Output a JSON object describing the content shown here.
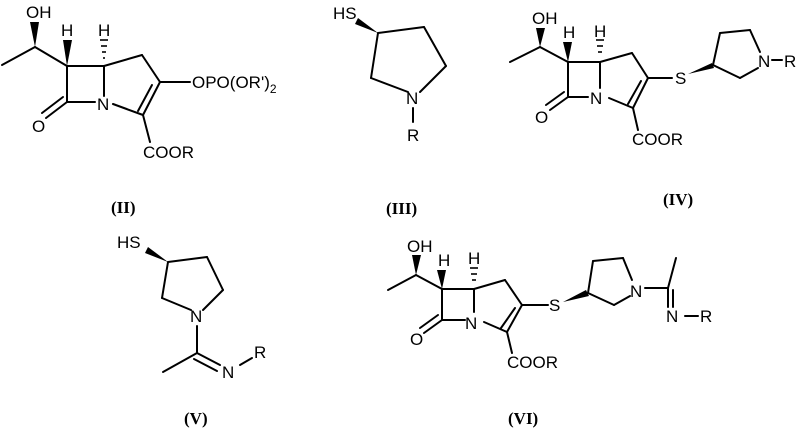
{
  "figure": {
    "type": "chemical-structure-scheme",
    "background": "#ffffff",
    "compounds": [
      {
        "id": "II",
        "caption": "(II)",
        "name": "carbapenem enol phosphate intermediate",
        "atoms": {
          "oh": "OH",
          "h1": "H",
          "h2": "H",
          "n": "N",
          "o": "O",
          "substituent": "OPO(OR')",
          "substituent_subscript": "2",
          "ester": "COOR"
        }
      },
      {
        "id": "III",
        "caption": "(III)",
        "name": "N-substituted 3-mercaptopyrrolidine",
        "atoms": {
          "hs": "HS",
          "n": "N",
          "r": "R"
        }
      },
      {
        "id": "IV",
        "caption": "(IV)",
        "name": "carbapenem with N-R pyrrolidinylthio side chain",
        "atoms": {
          "oh": "OH",
          "h1": "H",
          "h2": "H",
          "n": "N",
          "o": "O",
          "s": "S",
          "n_side": "N",
          "r_side": "R",
          "ester": "COOR"
        }
      },
      {
        "id": "V",
        "caption": "(V)",
        "name": "N-acetimidoyl 3-mercaptopyrrolidine",
        "atoms": {
          "hs": "HS",
          "n": "N",
          "n_imine": "N",
          "r": "R"
        }
      },
      {
        "id": "VI",
        "caption": "(VI)",
        "name": "carbapenem with acetimidoyl pyrrolidinylthio side chain",
        "atoms": {
          "oh": "OH",
          "h1": "H",
          "h2": "H",
          "n": "N",
          "o": "O",
          "s": "S",
          "n_side": "N",
          "n_imine": "N",
          "r_side": "R",
          "ester": "COOR"
        }
      }
    ]
  }
}
